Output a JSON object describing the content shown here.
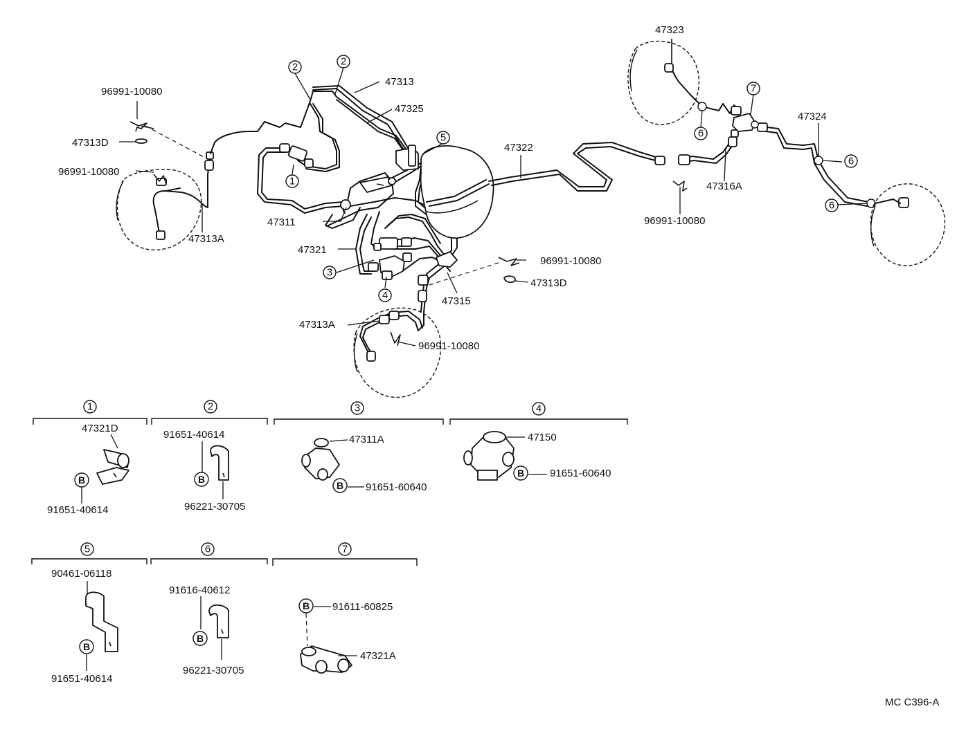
{
  "labels": {
    "p96991_ul": "96991-10080",
    "p47313D_l": "47313D",
    "p96991_l": "96991-10080",
    "p47313A_l": "47313A",
    "p47311": "47311",
    "p47321": "47321",
    "p47313": "47313",
    "p47325": "47325",
    "p47322": "47322",
    "p96991_m": "96991-10080",
    "p47313D_m": "47313D",
    "p47315": "47315",
    "p47313A_b": "47313A",
    "p96991_b": "96991-10080",
    "p96991_r": "96991-10080",
    "p47316A": "47316A",
    "p47323": "47323",
    "p47324": "47324"
  },
  "callouts": {
    "c1": "1",
    "c2": "2",
    "c3": "3",
    "c4": "4",
    "c5": "5",
    "c6": "6",
    "c7": "7"
  },
  "details": {
    "d1": {
      "num": "1",
      "part_a": "47321D",
      "part_b": "91651-40614",
      "bolt": "B"
    },
    "d2": {
      "num": "2",
      "part_a": "91651-40614",
      "part_b": "96221-30705",
      "bolt": "B"
    },
    "d3": {
      "num": "3",
      "part_a": "47311A",
      "part_b": "91651-60640",
      "bolt": "B"
    },
    "d4": {
      "num": "4",
      "part_a": "47150",
      "part_b": "91651-60640",
      "bolt": "B"
    },
    "d5": {
      "num": "5",
      "part_a": "90461-06118",
      "part_b": "91651-40614",
      "bolt": "B"
    },
    "d6": {
      "num": "6",
      "part_a": "91616-40612",
      "part_b": "96221-30705",
      "bolt": "B"
    },
    "d7": {
      "num": "7",
      "part_a": "91611-60825",
      "part_b": "47321A",
      "bolt": "B"
    }
  },
  "footer": {
    "code": "MC C396-A"
  }
}
